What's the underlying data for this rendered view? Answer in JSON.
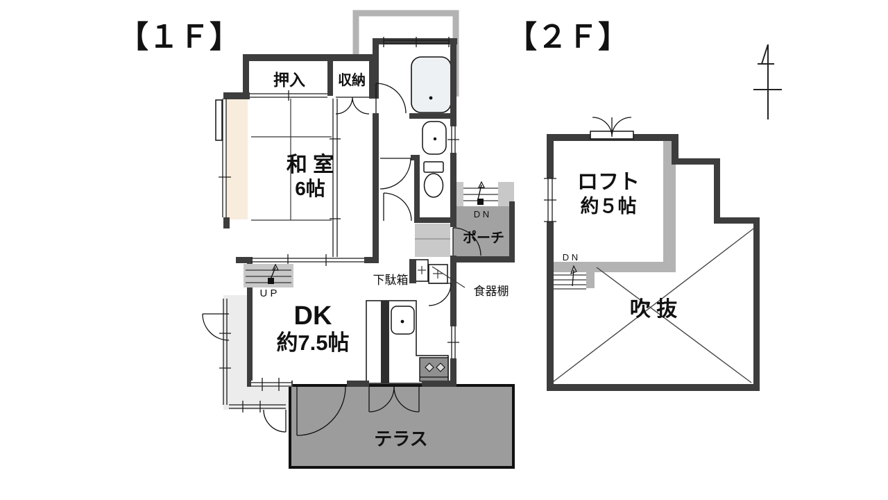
{
  "plan": {
    "type": "japanese-floor-plan",
    "background": "#ffffff",
    "floor1": {
      "title": "【１Ｆ】",
      "labels": {
        "oshiire": "押入",
        "shunou": "収納",
        "washitsu_name": "和 室",
        "washitsu_size": "6帖",
        "dk_name": "DK",
        "dk_size": "約7.5帖",
        "getabako": "下駄箱",
        "shokkidana": "食器棚",
        "porch": "ポーチ",
        "terrace": "テラス",
        "stairs_up": "U P",
        "entry_steps_down": "D N"
      }
    },
    "floor2": {
      "title": "【２Ｆ】",
      "labels": {
        "loft_name": "ロフト",
        "loft_size": "約５帖",
        "void": "吹 抜",
        "stairs_down": "D N"
      }
    },
    "colors": {
      "wall": "#3d3d3d",
      "terrace_gray": "#9c9c9c",
      "porch_gray": "#a2a2a2",
      "veranda_light": "#ececec",
      "entry_gray": "#c9c9c9",
      "stair_gray": "#c8c8c8",
      "engawa_cream": "#f8ecdd",
      "eaves_gray": "#b3b3b3",
      "loft_edge_gray": "#b3b3b3",
      "tub_fill": "#eef1f3",
      "stove_gray": "#909090"
    }
  }
}
